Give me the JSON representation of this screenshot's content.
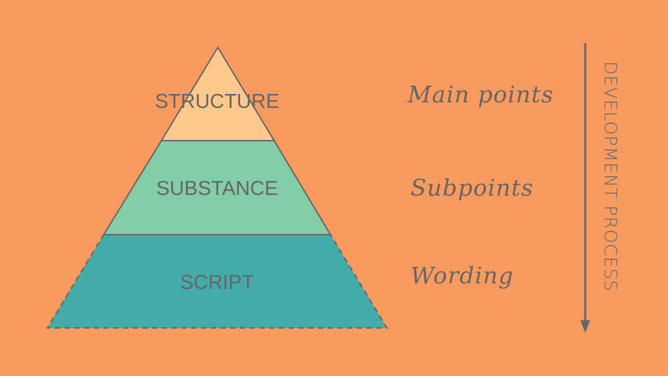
{
  "pyramid": {
    "layers": [
      {
        "label": "STRUCTURE",
        "description": "Main points",
        "color": "#FEC98A"
      },
      {
        "label": "SUBSTANCE",
        "description": "Subpoints",
        "color": "#84CDA9"
      },
      {
        "label": "SCRIPT",
        "description": "Wording",
        "color": "#43ACAA"
      }
    ]
  },
  "arrow": {
    "label": "DEVELOPMENT PROCESS"
  },
  "colors": {
    "background": "#F99B5F",
    "stroke": "#666666"
  }
}
